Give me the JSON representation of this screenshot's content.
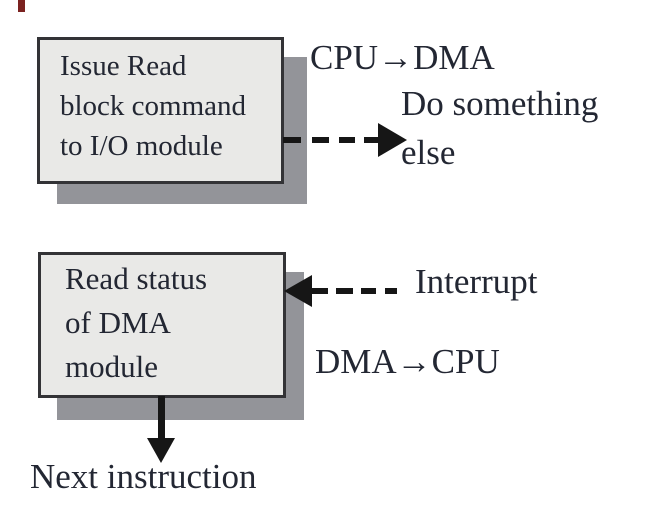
{
  "colors": {
    "bg": "#ffffff",
    "ink": "#232733",
    "box-fill": "#e9e9e7",
    "box-border": "#333336",
    "shadow": "#939499",
    "arrow": "#161616",
    "red-tick": "#7b2220"
  },
  "boxes": [
    {
      "lines": [
        "Issue Read",
        "block command",
        "to I/O module"
      ]
    },
    {
      "lines": [
        "Read status",
        "of DMA",
        "module"
      ]
    }
  ],
  "labels": {
    "cpu_to_dma": "CPU→DMA",
    "do_something": "Do something",
    "else": "else",
    "interrupt": "Interrupt",
    "dma_to_cpu": "DMA→CPU",
    "next_instruction": "Next instruction"
  }
}
